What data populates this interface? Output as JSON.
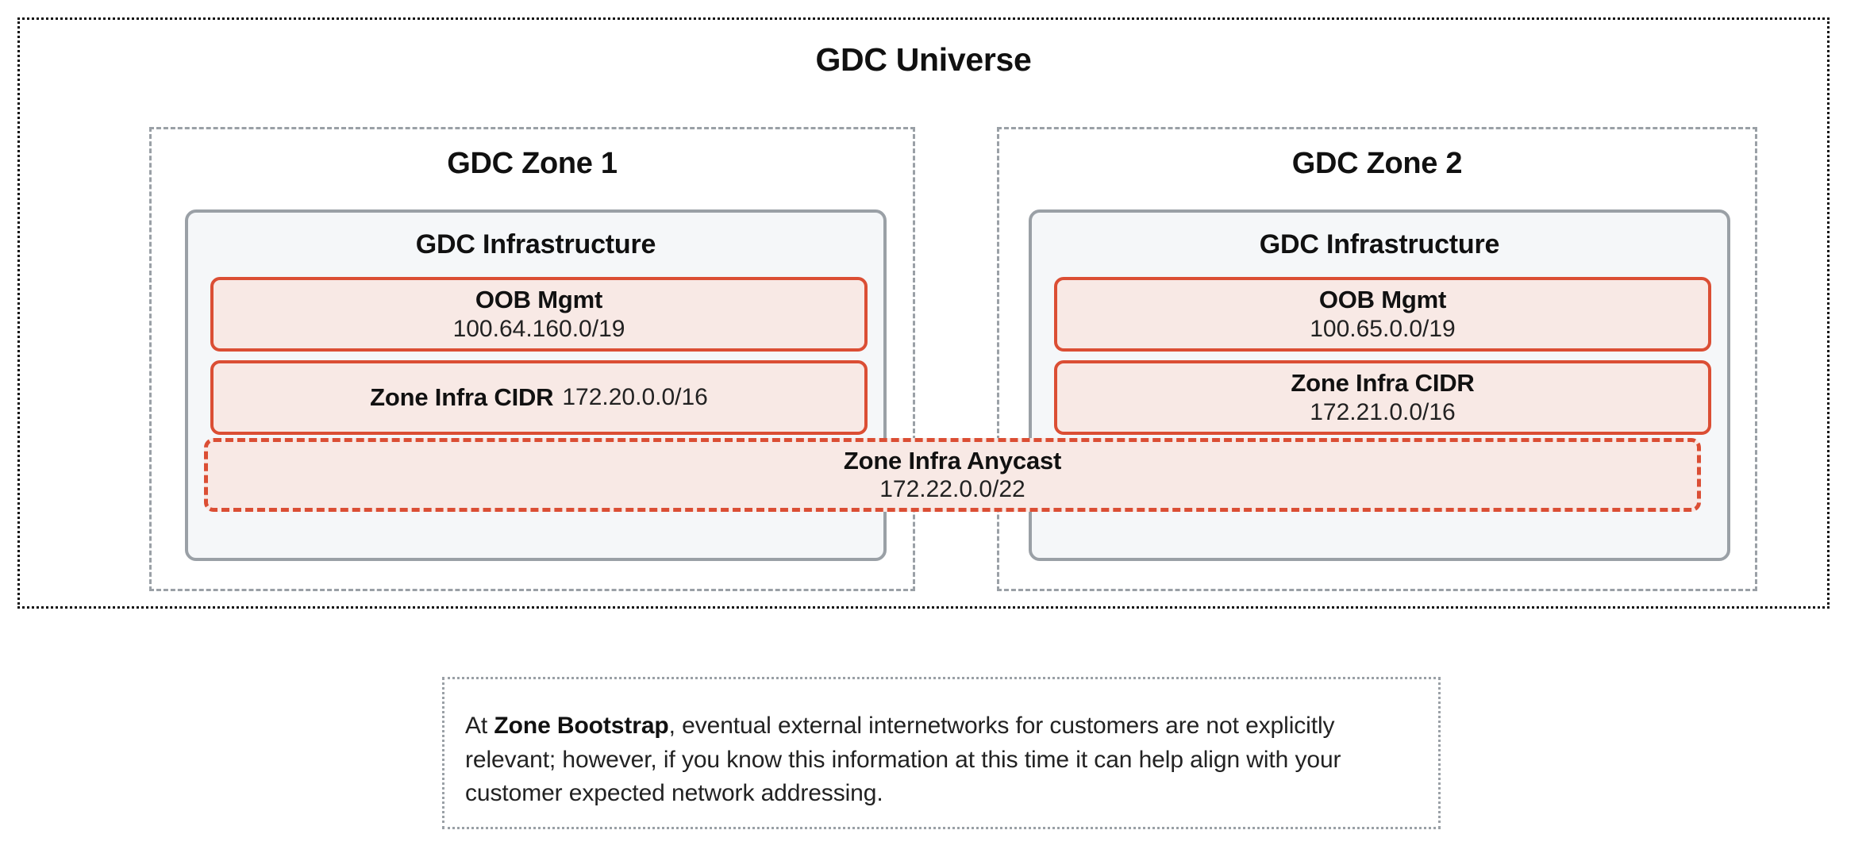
{
  "diagram": {
    "universe": {
      "title": "GDC Universe"
    },
    "zones": [
      {
        "title": "GDC Zone 1",
        "infrastructure": {
          "title": "GDC Infrastructure",
          "networks": [
            {
              "name": "oob-mgmt",
              "label": "OOB Mgmt",
              "value": "100.64.160.0/19",
              "layout": "stacked"
            },
            {
              "name": "zone-infra-cidr",
              "label": "Zone Infra CIDR",
              "value": "172.20.0.0/16",
              "layout": "inline"
            }
          ]
        }
      },
      {
        "title": "GDC Zone 2",
        "infrastructure": {
          "title": "GDC Infrastructure",
          "networks": [
            {
              "name": "oob-mgmt",
              "label": "OOB Mgmt",
              "value": "100.65.0.0/19",
              "layout": "stacked"
            },
            {
              "name": "zone-infra-cidr",
              "label": "Zone Infra CIDR",
              "value": "172.21.0.0/16",
              "layout": "stacked"
            }
          ]
        }
      }
    ],
    "anycast": {
      "label": "Zone Infra Anycast",
      "value": "172.22.0.0/22"
    },
    "note": {
      "lead": "At ",
      "emphasis": "Zone Bootstrap",
      "rest": ", eventual external internetworks for customers are not explicitly relevant; however, if you know this information at this time it can help align with your customer expected network addressing."
    },
    "colors": {
      "network_border": "#db4e34",
      "network_fill": "#f8e9e5",
      "panel_border": "#9aa0a6",
      "panel_fill": "#f5f7f9",
      "universe_border": "#111111",
      "note_border": "#9aa0a6",
      "text": "#111111"
    }
  }
}
